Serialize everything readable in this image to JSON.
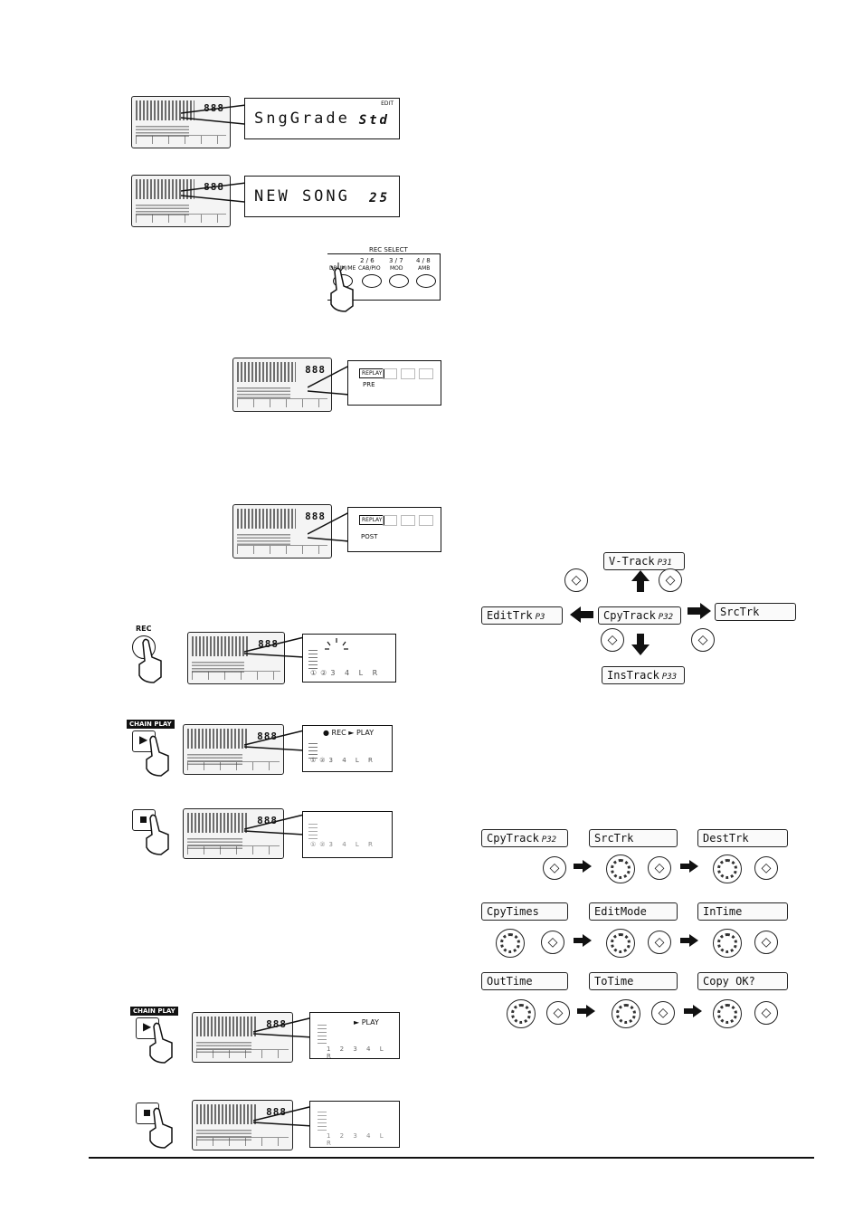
{
  "displays": {
    "song_grade": {
      "text": "SngGrade",
      "value": "Std",
      "corner": "EDIT"
    },
    "new_song": {
      "text": "NEW SONG",
      "value": "25"
    },
    "lcd_counter": "888"
  },
  "rec_select": {
    "title": "REC SELECT",
    "channels": [
      "",
      "2 / 6",
      "3 / 7",
      "4 / 8"
    ],
    "buttons": [
      "DRUM/ME",
      "CAB/PIO",
      "MOD",
      "AMB"
    ]
  },
  "callouts": {
    "pre": {
      "main": "REPLAY",
      "sub": "PRE"
    },
    "post": {
      "main": "REPLAY",
      "sub": "POST"
    },
    "rec_play": "● REC ► PLAY",
    "play": "► PLAY"
  },
  "buttons": {
    "rec": "REC",
    "chain_play": "CHAIN PLAY"
  },
  "track_menu": {
    "up": {
      "label": "V-Track",
      "page": "P31"
    },
    "center": {
      "label": "CpyTrack",
      "page": "P32"
    },
    "left": {
      "label": "EditTrk",
      "page": "P3"
    },
    "right": {
      "label": "SrcTrk",
      "page": ""
    },
    "down": {
      "label": "InsTrack",
      "page": "P33"
    }
  },
  "copy_sequence": [
    {
      "label": "CpyTrack",
      "page": "P32"
    },
    {
      "label": "SrcTrk",
      "page": ""
    },
    {
      "label": "DestTrk",
      "page": ""
    },
    {
      "label": "CpyTimes",
      "page": ""
    },
    {
      "label": "EditMode",
      "page": ""
    },
    {
      "label": "InTime",
      "page": ""
    },
    {
      "label": "OutTime",
      "page": ""
    },
    {
      "label": "ToTime",
      "page": ""
    },
    {
      "label": "Copy OK?",
      "page": ""
    }
  ]
}
